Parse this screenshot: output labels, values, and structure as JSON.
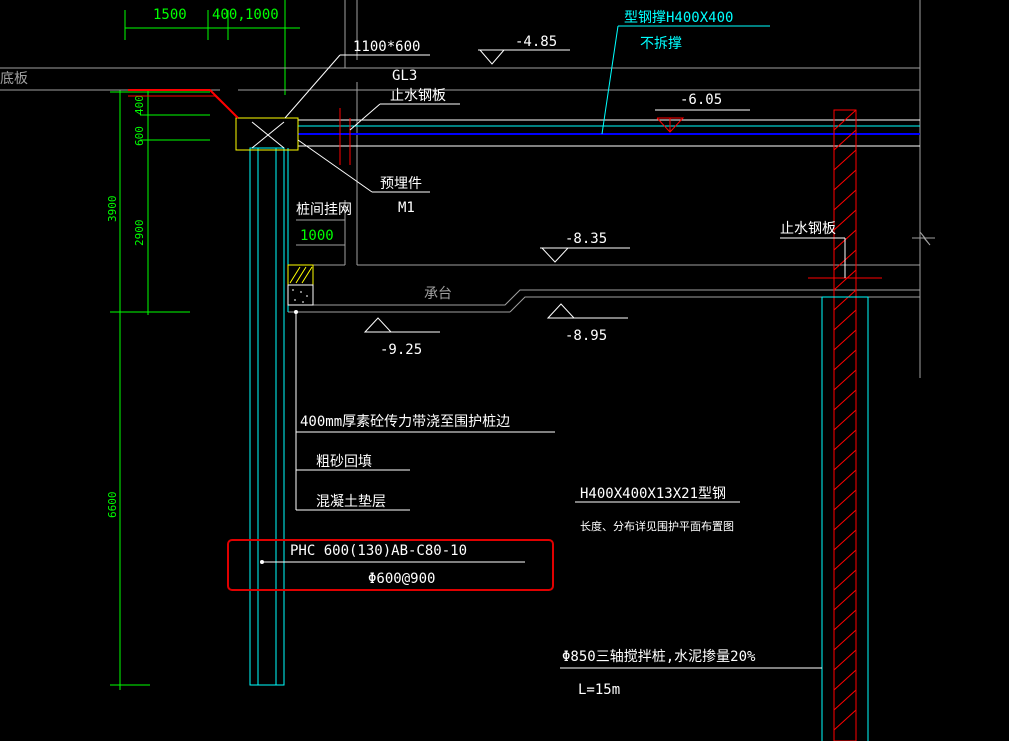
{
  "colors": {
    "background": "#000000",
    "white": "#ffffff",
    "gray": "#a0a0a0",
    "green": "#00ff00",
    "cyan": "#00ffff",
    "blue": "#0000ff",
    "red": "#ff0000",
    "yellow": "#ffff00",
    "highlight": "#e00000"
  },
  "top_dims": {
    "d1": "1500",
    "d2": "400,",
    "d3": "1000"
  },
  "left_dims": {
    "d400": "400",
    "d600": "600",
    "d3900": "3900",
    "d2900": "2900",
    "d6600": "6600"
  },
  "floor_label": "底板",
  "beam": {
    "size": "1100*600",
    "name": "GL3"
  },
  "waterstop_top": "止水钢板",
  "waterstop_right": "止水钢板",
  "strut": {
    "title": "型钢撑H400X400",
    "note": "不拆撑"
  },
  "elevations": {
    "e1": "-4.85",
    "e2": "-6.05",
    "e3": "-8.35",
    "e4": "-9.25",
    "e5": "-8.95"
  },
  "embedded": {
    "label": "预埋件",
    "code": "M1"
  },
  "mesh": {
    "label": "桩间挂网",
    "dim": "1000"
  },
  "cap_label": "承台",
  "layers": {
    "l1": "400mm厚素砼传力带浇至围护桩边",
    "l2": "粗砂回填",
    "l3": "混凝土垫层"
  },
  "pile": {
    "type": "PHC  600(130)AB-C80-10",
    "spacing": "Φ600@900"
  },
  "steel": {
    "spec": "H400X400X13X21型钢",
    "note": "长度、分布详见围护平面布置图"
  },
  "mixing_pile": {
    "spec": "Φ850三轴搅拌桩,水泥掺量20%",
    "length": "L=15m"
  }
}
